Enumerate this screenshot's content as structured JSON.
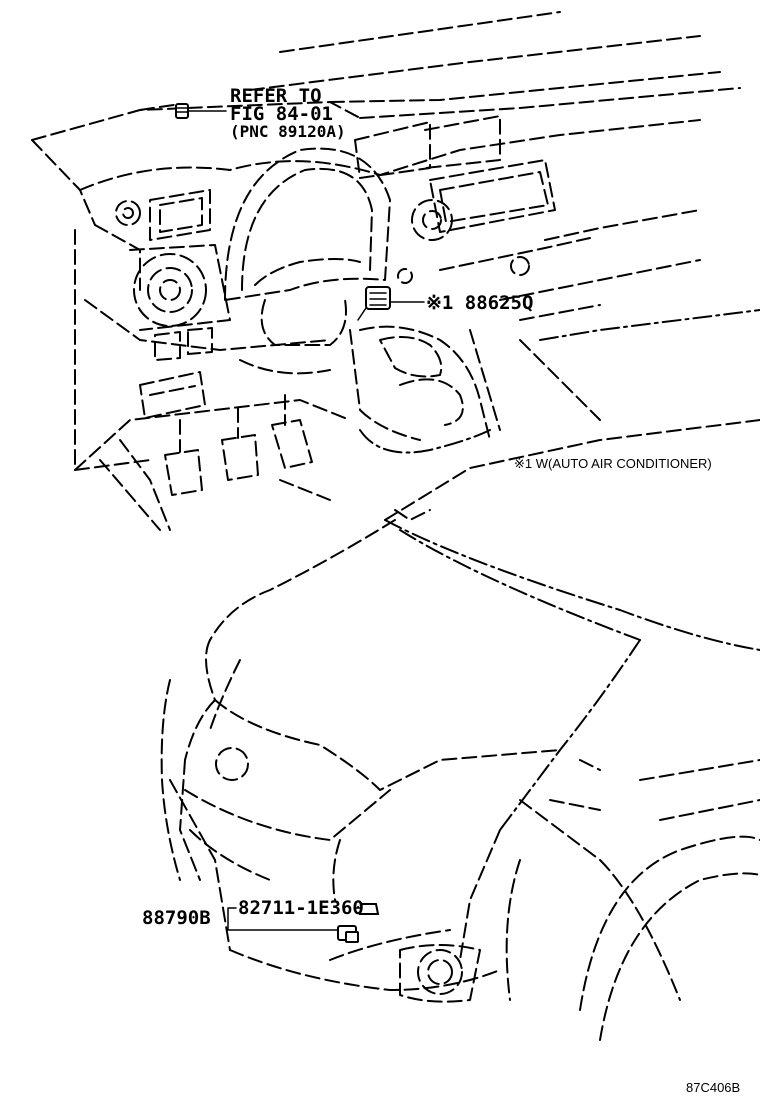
{
  "callouts": {
    "refer_line1": "REFER TO",
    "refer_line2": "FIG 84-01",
    "refer_line3": "(PNC 89120A)",
    "sensor_part": "※1 88625Q",
    "wiring_part": "88790B",
    "clip_part": "82711-1E360"
  },
  "note": "※1 W(AUTO AIR CONDITIONER)",
  "drawing_code": "87C406B"
}
